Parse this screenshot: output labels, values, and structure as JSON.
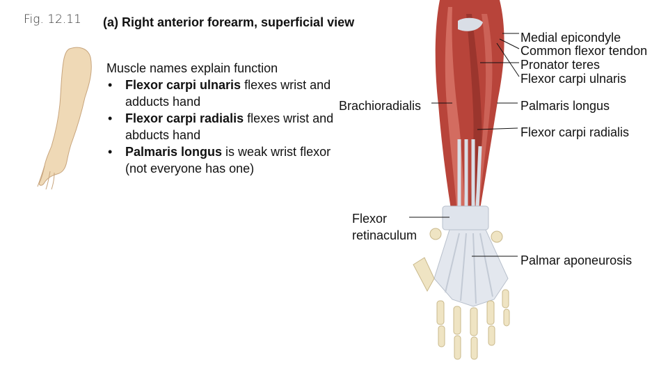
{
  "figure": {
    "number": "Fig. 12.11",
    "view_title": "(a) Right anterior forearm, superficial view"
  },
  "bullets": {
    "intro": "Muscle names explain function",
    "items": [
      {
        "term": "Flexor carpi ulnaris",
        "text": " flexes wrist and adducts hand"
      },
      {
        "term": "Flexor carpi radialis",
        "text": " flexes wrist and abducts hand"
      },
      {
        "term": "Palmaris longus",
        "text": " is weak wrist flexor (not everyone has one)"
      }
    ]
  },
  "labels": {
    "medial_epicondyle": "Medial epicondyle",
    "common_flexor_tendon": "Common flexor tendon",
    "pronator_teres": "Pronator teres",
    "flexor_carpi_ulnaris": "Flexor carpi ulnaris",
    "palmaris_longus": "Palmaris longus",
    "flexor_carpi_radialis": "Flexor carpi radialis",
    "brachioradialis": "Brachioradialis",
    "flexor_retinaculum_line1": "Flexor",
    "flexor_retinaculum_line2": "retinaculum",
    "palmar_aponeurosis": "Palmar aponeurosis"
  },
  "colors": {
    "muscle": "#b8443a",
    "muscle_light": "#d9776a",
    "tendon": "#d9dee6",
    "bone": "#efe4c3",
    "skin": "#efd9b6"
  }
}
